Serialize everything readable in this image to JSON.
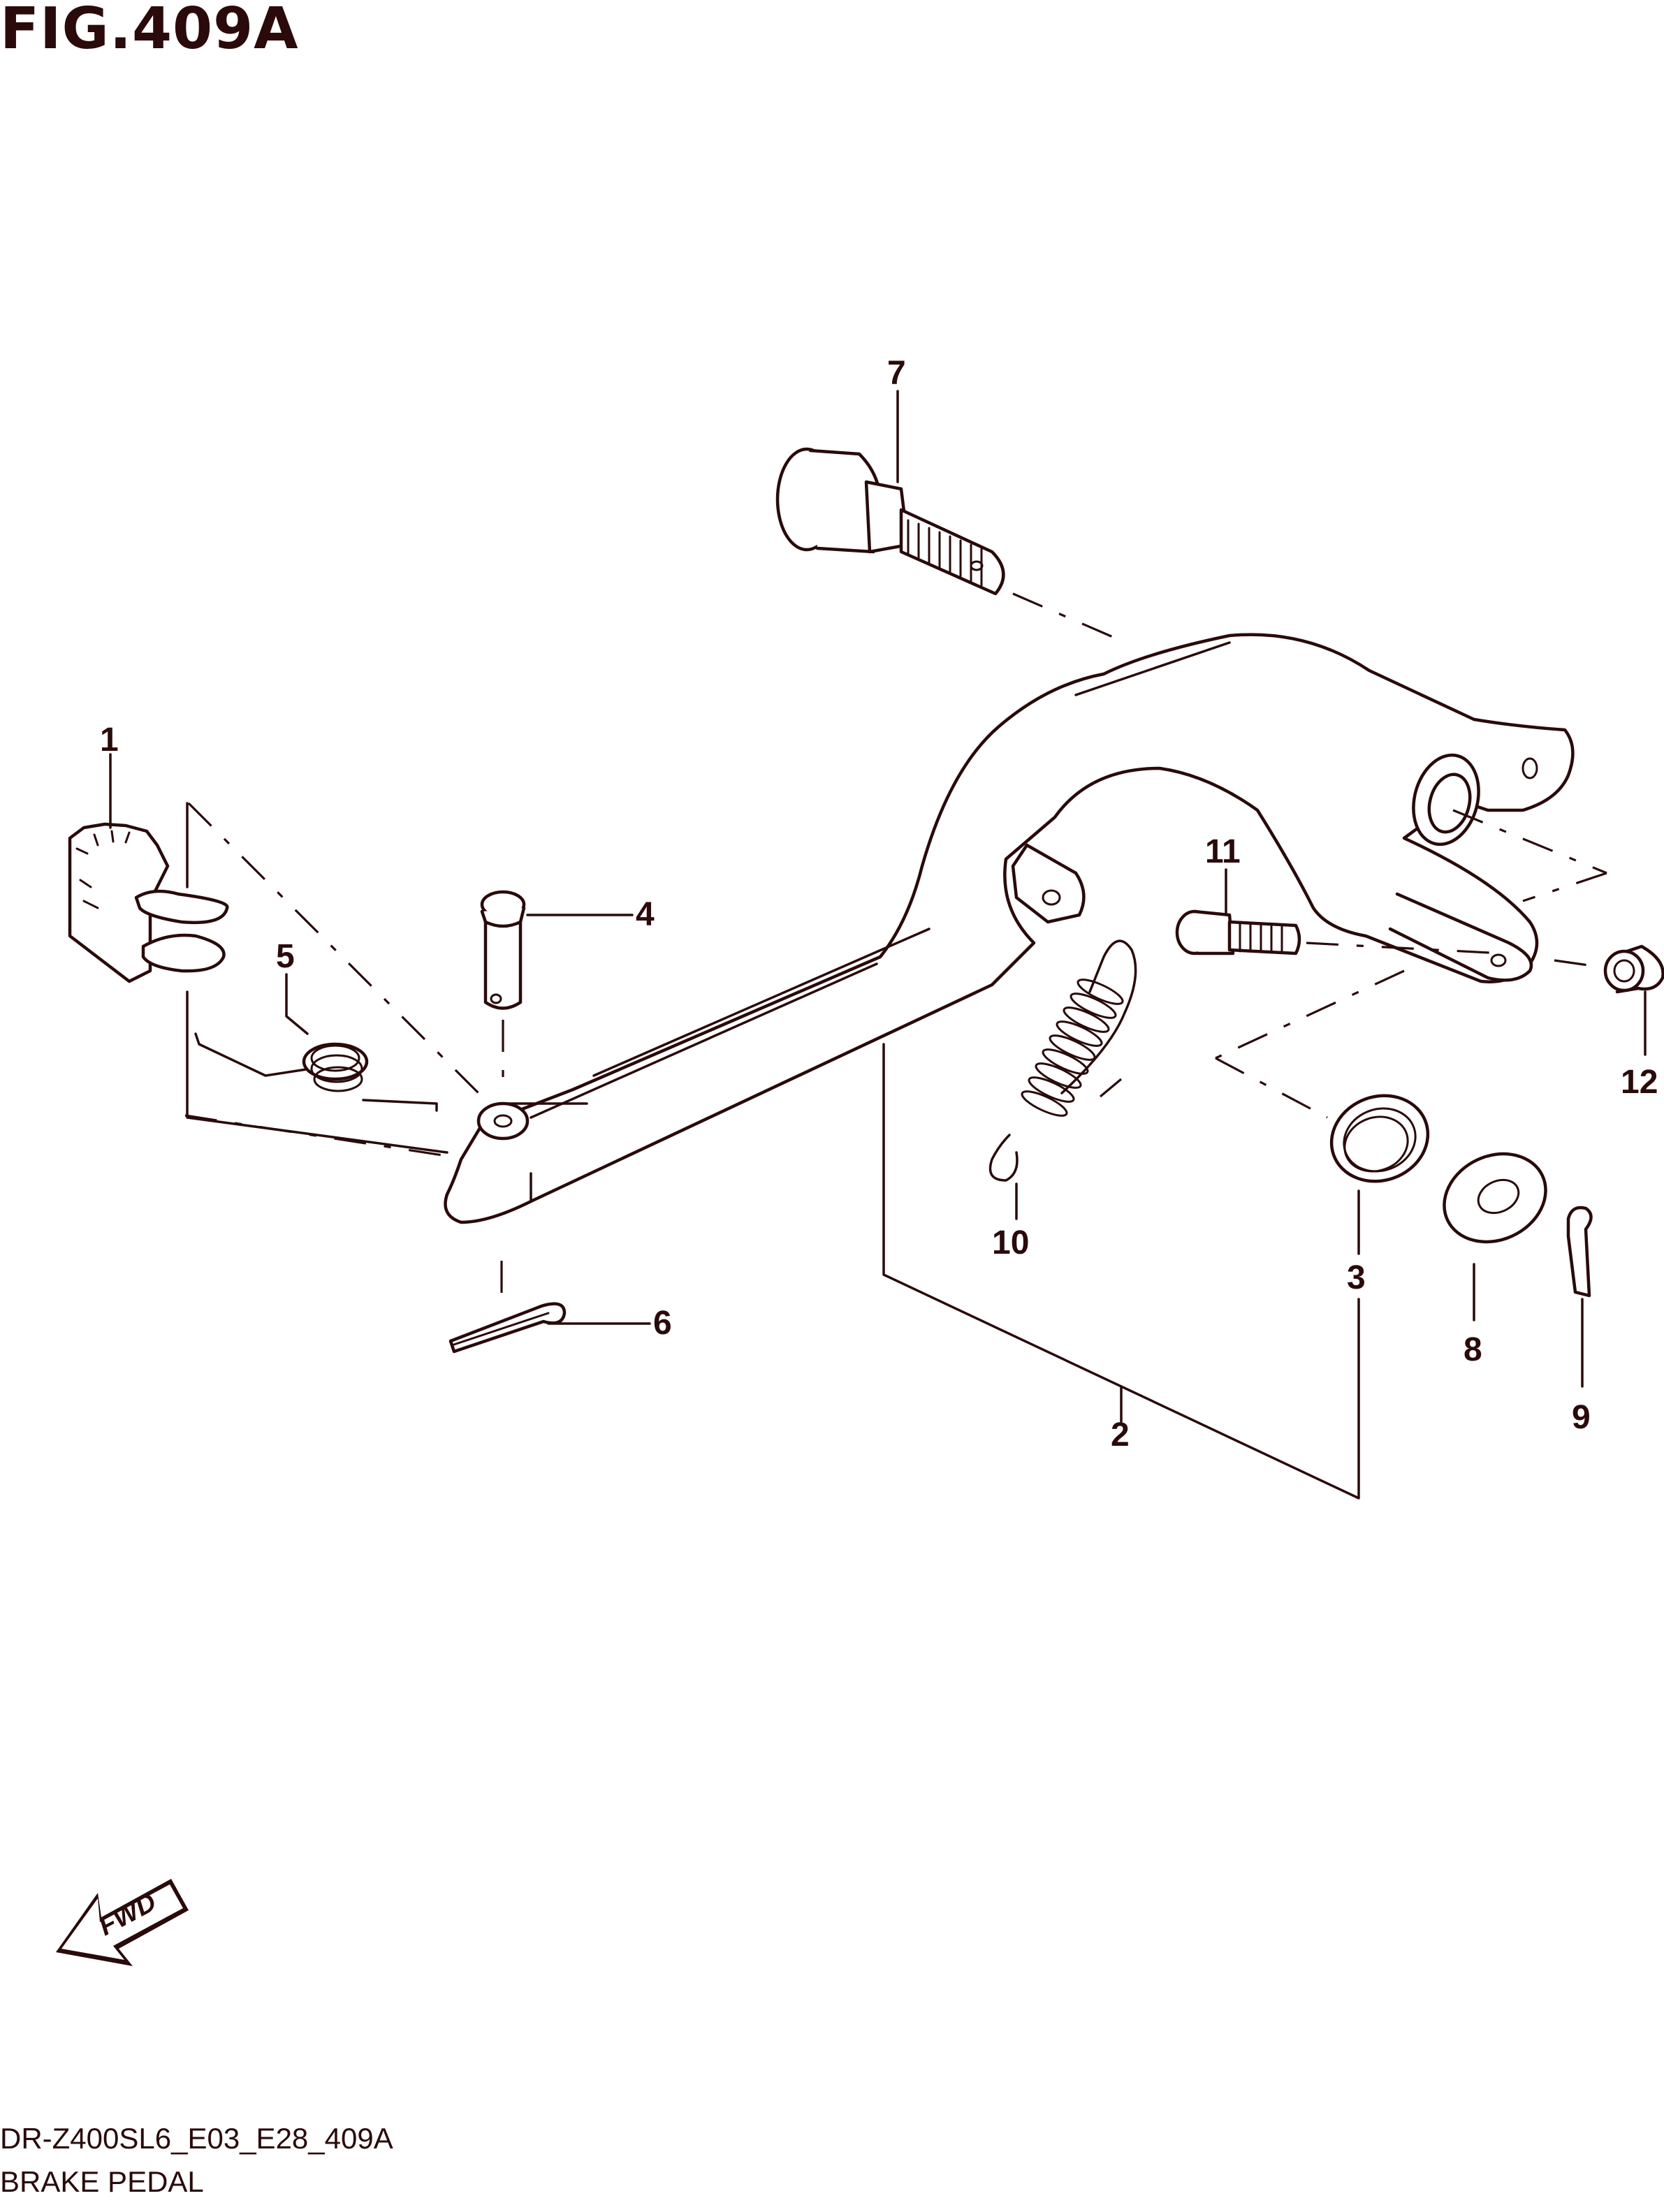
{
  "figure": {
    "title": "FIG.409A",
    "code": "DR-Z400SL6_E03_E28_409A",
    "name": "BRAKE PEDAL"
  },
  "callouts": [
    "1",
    "2",
    "3",
    "4",
    "5",
    "6",
    "7",
    "8",
    "9",
    "10",
    "11",
    "12"
  ],
  "fwd_label": "FWD",
  "colors": {
    "ink": "#2a0a0a",
    "background": "#ffffff"
  }
}
